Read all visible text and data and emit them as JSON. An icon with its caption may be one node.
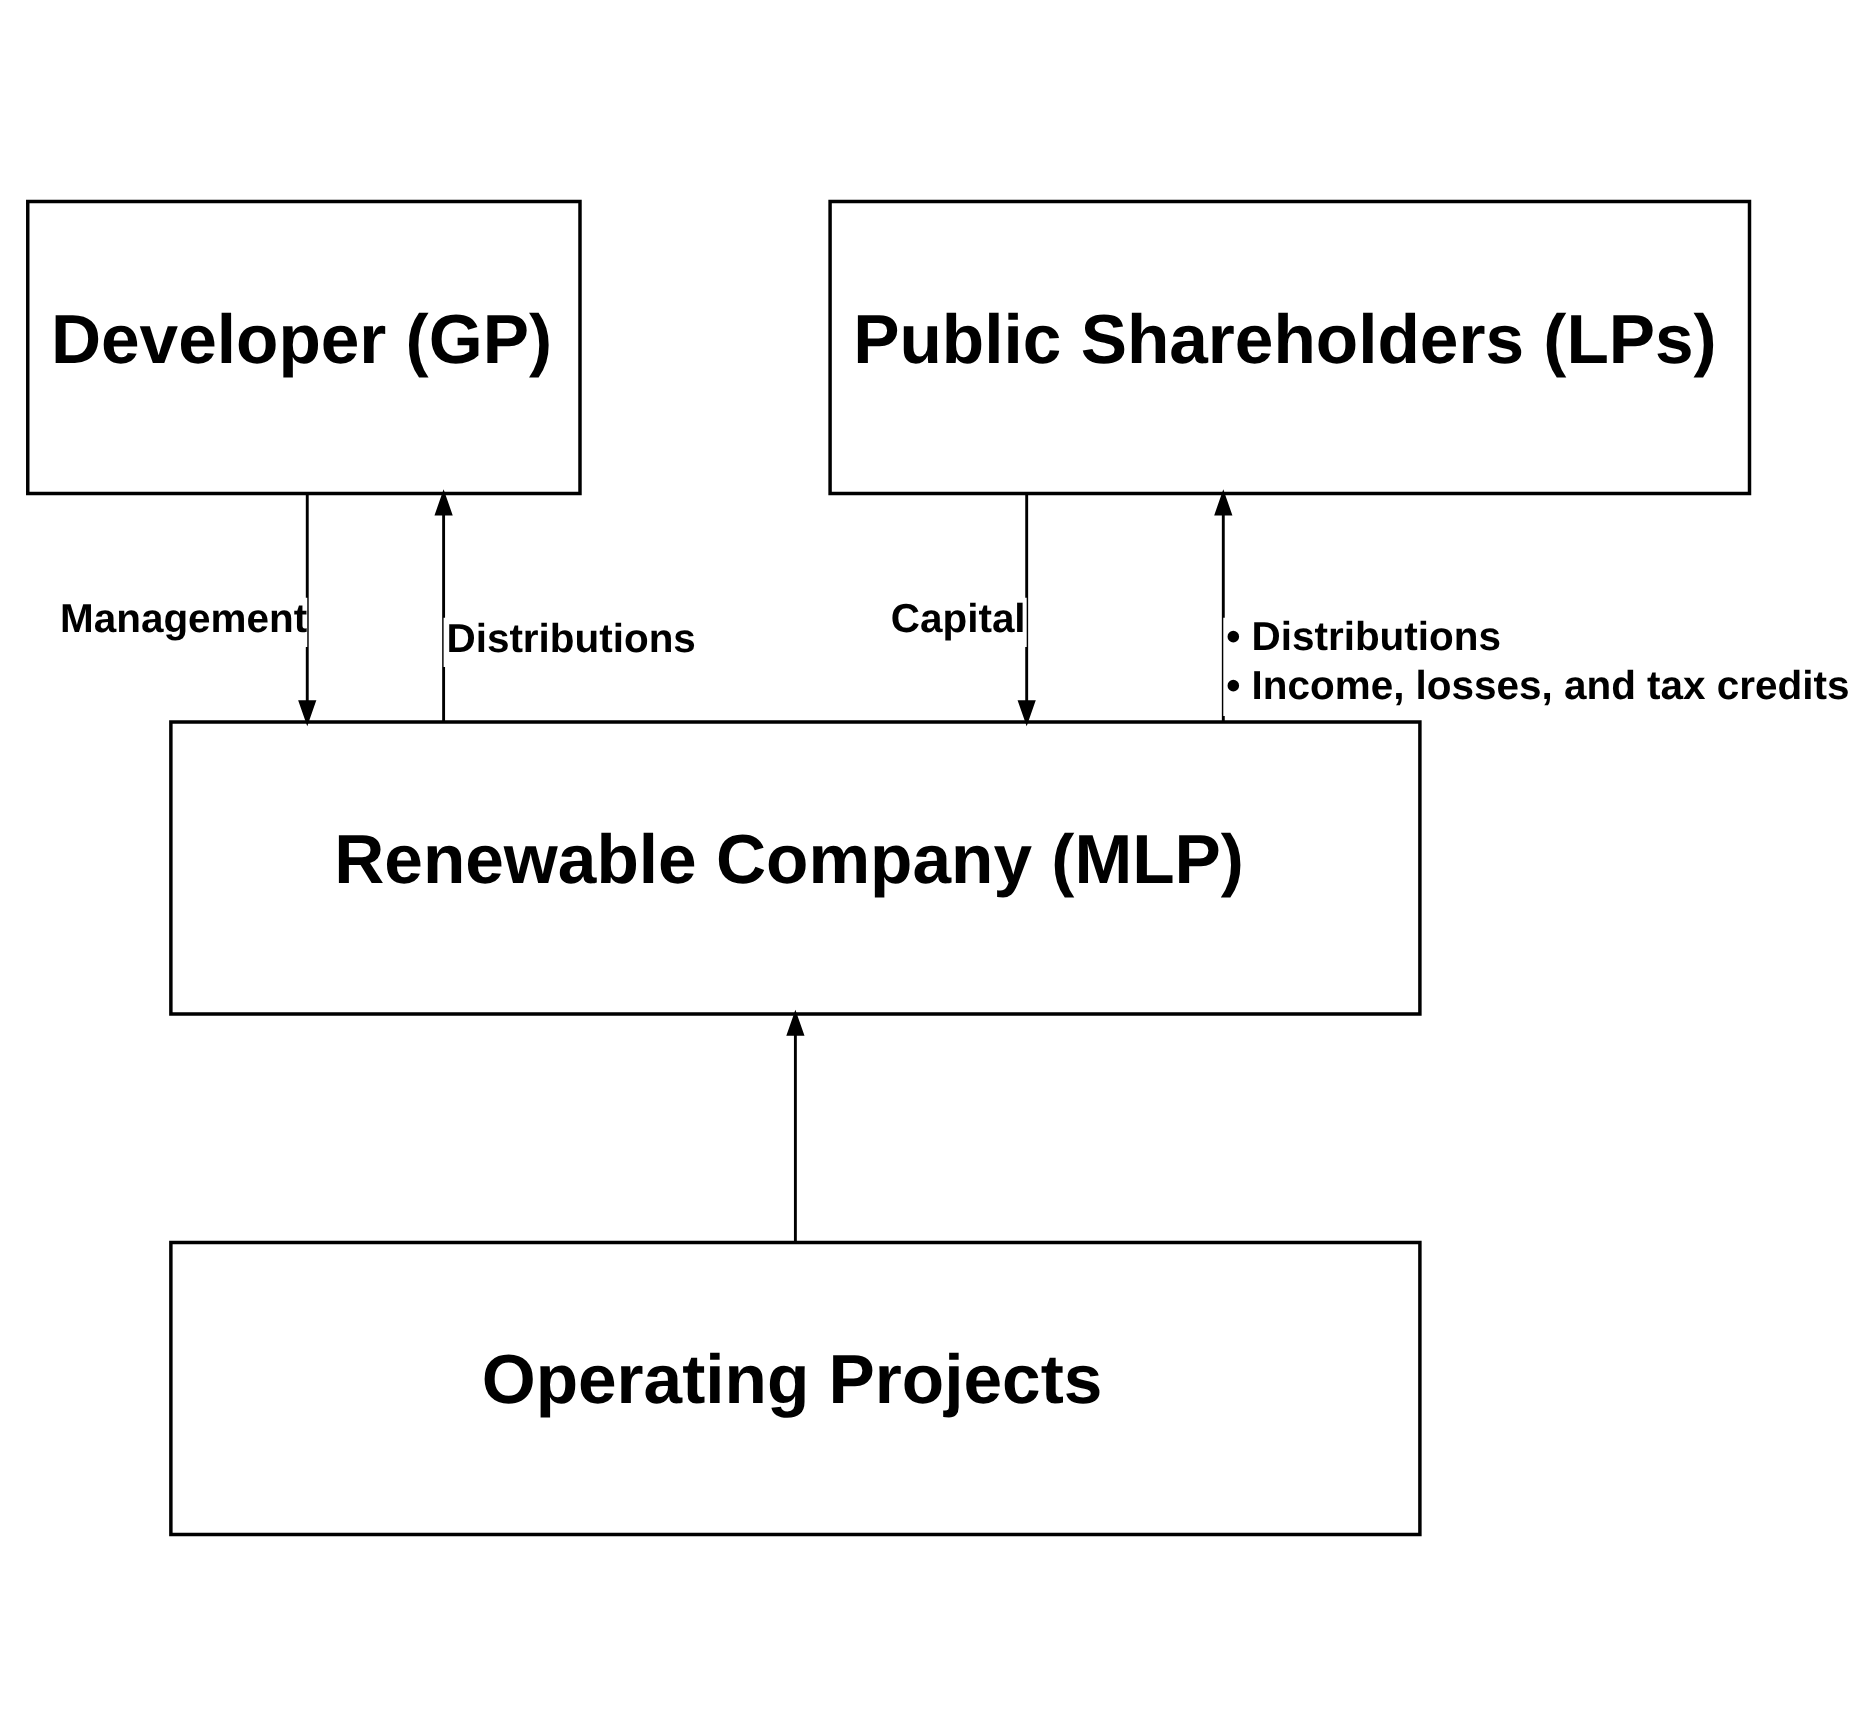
{
  "diagram": {
    "nodes": [
      {
        "text": [
          "Developer (GP)"
        ]
      },
      {
        "text": [
          "Public Shareholders (LPs)"
        ]
      },
      {
        "text": [
          "Renewable Company (MLP)"
        ]
      },
      {
        "text": [
          "Operating Projects"
        ]
      }
    ],
    "edges": [
      {
        "from": 2,
        "to": 0,
        "arrow": "to",
        "label": "Distributions"
      },
      {
        "from": 0,
        "to": 2,
        "arrow": "to",
        "label": "Management"
      },
      {
        "from": 1,
        "to": 2,
        "arrow": "to",
        "label": "Capital"
      },
      {
        "from": 2,
        "to": 1,
        "arrow": "to",
        "label": [
          "• Distributions",
          "• Income, losses, and tax credits"
        ]
      },
      {
        "from": 3,
        "to": 2,
        "arrow": "to"
      }
    ]
  }
}
